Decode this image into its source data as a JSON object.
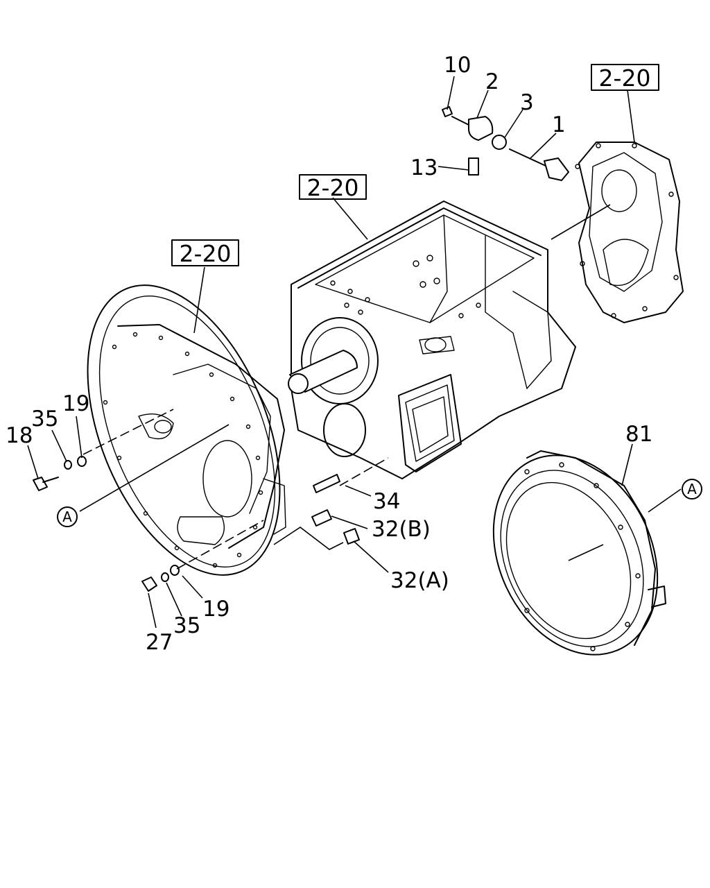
{
  "diagram": {
    "reference_boxes": {
      "top_right": "2-20",
      "center": "2-20",
      "left": "2-20"
    },
    "callouts": {
      "p10": "10",
      "p2": "2",
      "p3": "3",
      "p1": "1",
      "p13": "13",
      "p19_left": "19",
      "p35_left": "35",
      "p18": "18",
      "p34": "34",
      "p32b": "32(B)",
      "p32a": "32(A)",
      "p81": "81",
      "p19_bottom": "19",
      "p35_bottom": "35",
      "p27": "27"
    },
    "circle_markers": {
      "left": "A",
      "right": "A"
    }
  }
}
